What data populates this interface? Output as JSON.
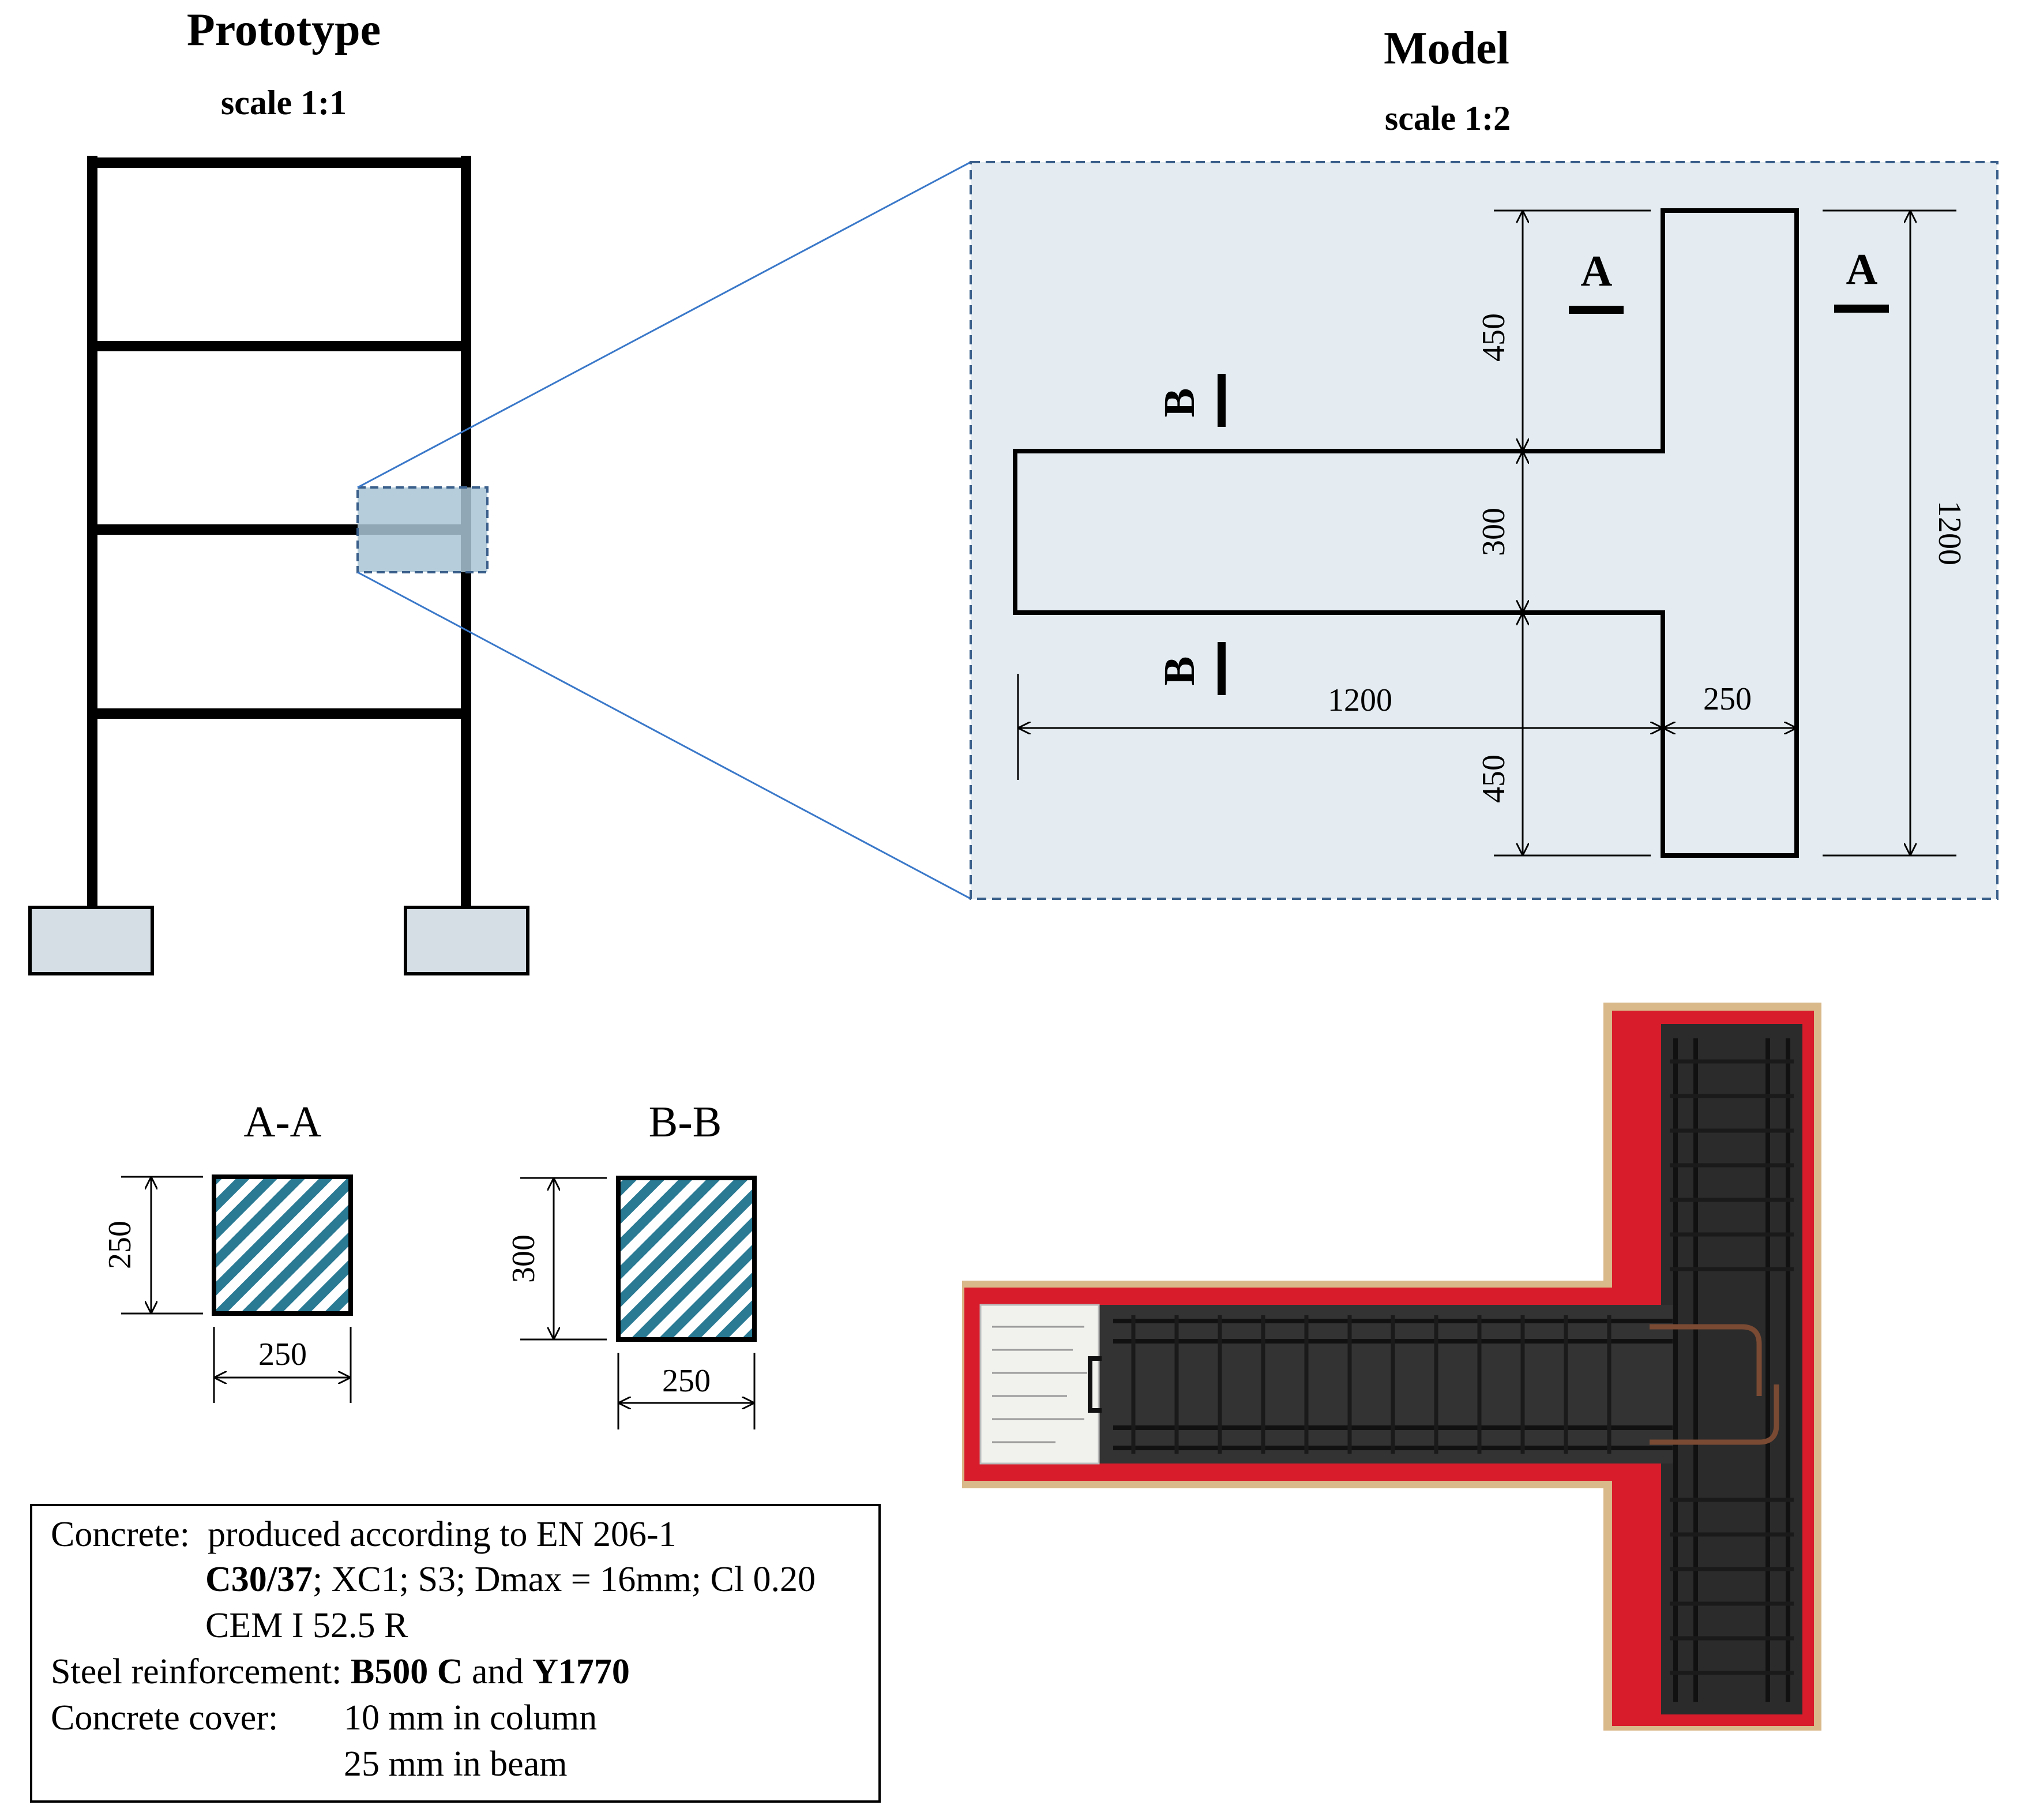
{
  "prototype": {
    "title": "Prototype",
    "scale": "scale 1:1"
  },
  "model": {
    "title": "Model",
    "scale": "scale 1:2",
    "section_mark_a": "A",
    "section_mark_b": "B",
    "dims": {
      "column_top": "450",
      "beam_depth": "300",
      "column_bottom": "450",
      "column_total": "1200",
      "beam_length": "1200",
      "column_width": "250"
    }
  },
  "sections": {
    "aa": {
      "title": "A-A",
      "height": "250",
      "width": "250"
    },
    "bb": {
      "title": "B-B",
      "height": "300",
      "width": "250"
    }
  },
  "specs": {
    "concrete_label": "Concrete:",
    "concrete_text": "produced according to EN 206-1",
    "concrete_class": "C30/37",
    "concrete_props": "; XC1; S3; Dmax = 16mm; Cl 0.20",
    "cement": "CEM I 52.5 R",
    "steel_label": "Steel reinforcement:",
    "steel_a": "B500 C",
    "steel_and": "and",
    "steel_b": "Y1770",
    "cover_label": "Concrete cover:",
    "cover_column": "10 mm in column",
    "cover_beam": "25 mm in beam"
  },
  "colors": {
    "model_panel": "#e4ecf1",
    "highlight": "#a9c6d6",
    "footing": "#d5dde5",
    "hatch": "#2a7a94",
    "leader_line": "#3a78c9",
    "formwork_red": "#d81c2b",
    "plywood": "#d9b889",
    "cage_dark": "#2b2b2b"
  }
}
